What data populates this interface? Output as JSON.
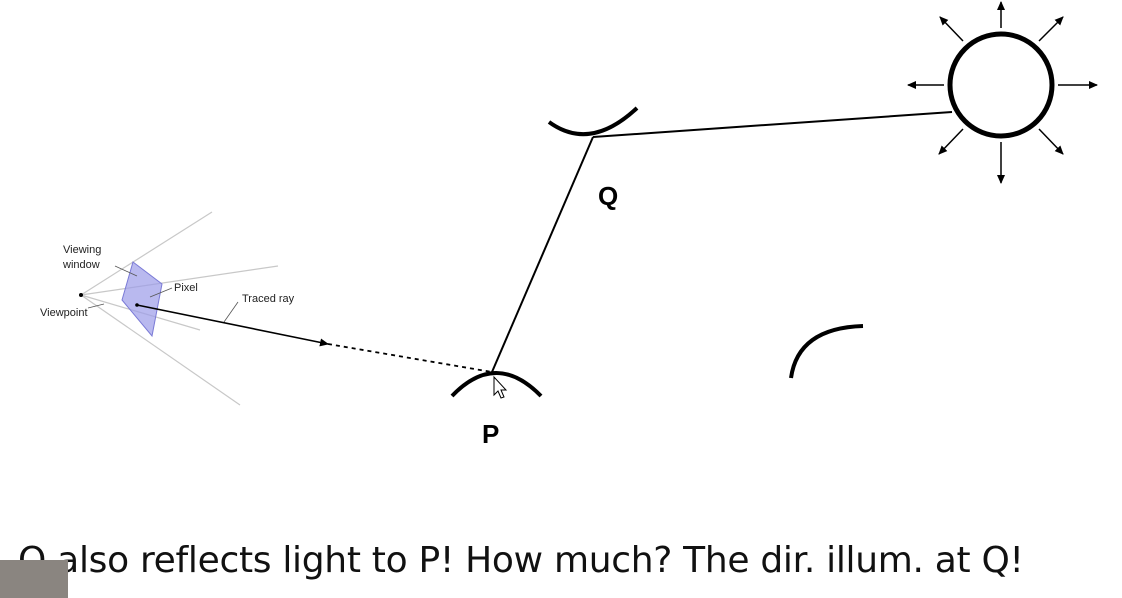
{
  "diagram": {
    "labels": {
      "viewing_window": [
        "Viewing",
        "window"
      ],
      "pixel": "Pixel",
      "traced_ray": "Traced ray",
      "viewpoint": "Viewpoint",
      "point_p": "P",
      "point_q": "Q"
    },
    "colors": {
      "stroke": "#000000",
      "window_fill": "#9b9be8",
      "frustum": "#c8c8c8"
    },
    "icons": [
      "sun-icon",
      "arrow-icon"
    ]
  },
  "caption": "Q also reflects light to P! How much? The dir. illum. at Q!"
}
